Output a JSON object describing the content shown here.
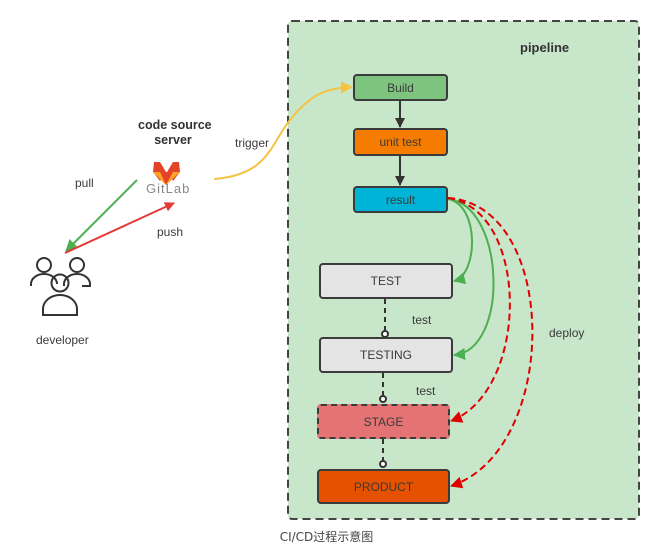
{
  "diagram": {
    "pipeline_label": "pipeline",
    "server_label": "code source server",
    "server_label_line1": "code source",
    "server_label_line2": "server",
    "gitlab_text": "GitLab",
    "developer_label": "developer",
    "edges": {
      "pull": "pull",
      "push": "push",
      "trigger": "trigger",
      "test1": "test",
      "test2": "test",
      "deploy": "deploy"
    },
    "nodes": [
      {
        "id": "build",
        "label": "Build",
        "fill": "#7dc47f"
      },
      {
        "id": "unit_test",
        "label": "unit test",
        "fill": "#f57c00"
      },
      {
        "id": "result",
        "label": "result",
        "fill": "#00b4d8"
      },
      {
        "id": "test",
        "label": "TEST",
        "fill": "#e4e4e4"
      },
      {
        "id": "testing",
        "label": "TESTING",
        "fill": "#e4e4e4"
      },
      {
        "id": "stage",
        "label": "STAGE",
        "fill": "#e57373"
      },
      {
        "id": "product",
        "label": "PRODUCT",
        "fill": "#e65100"
      }
    ],
    "colors": {
      "pipeline_bg": "#c8e6c9",
      "trigger": "#f5c242",
      "pull": "#4caf50",
      "push": "#e53935",
      "result_success": "#4caf50",
      "deploy": "#e00000",
      "gitlab_orange": "#fc6d26"
    }
  },
  "caption": "CI/CD过程示意图"
}
